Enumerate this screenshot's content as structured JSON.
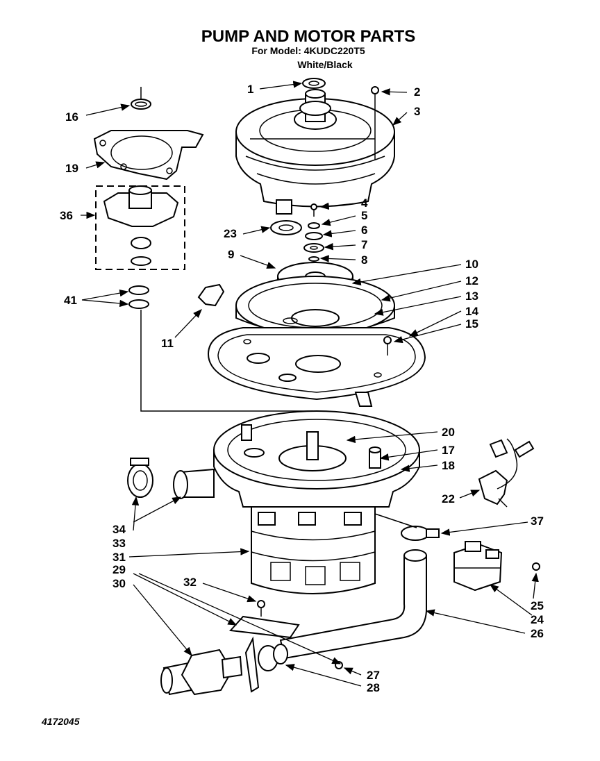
{
  "header": {
    "title": "PUMP AND MOTOR PARTS",
    "model_line": "For Model: 4KUDC220T5",
    "color_line": "White/Black"
  },
  "footer": {
    "diagram_number": "4172045"
  },
  "callouts": [
    "1",
    "2",
    "3",
    "4",
    "5",
    "6",
    "7",
    "8",
    "9",
    "10",
    "11",
    "12",
    "13",
    "14",
    "15",
    "16",
    "17",
    "18",
    "19",
    "20",
    "22",
    "23",
    "24",
    "25",
    "26",
    "27",
    "28",
    "29",
    "30",
    "31",
    "32",
    "33",
    "34",
    "36",
    "37",
    "41"
  ]
}
